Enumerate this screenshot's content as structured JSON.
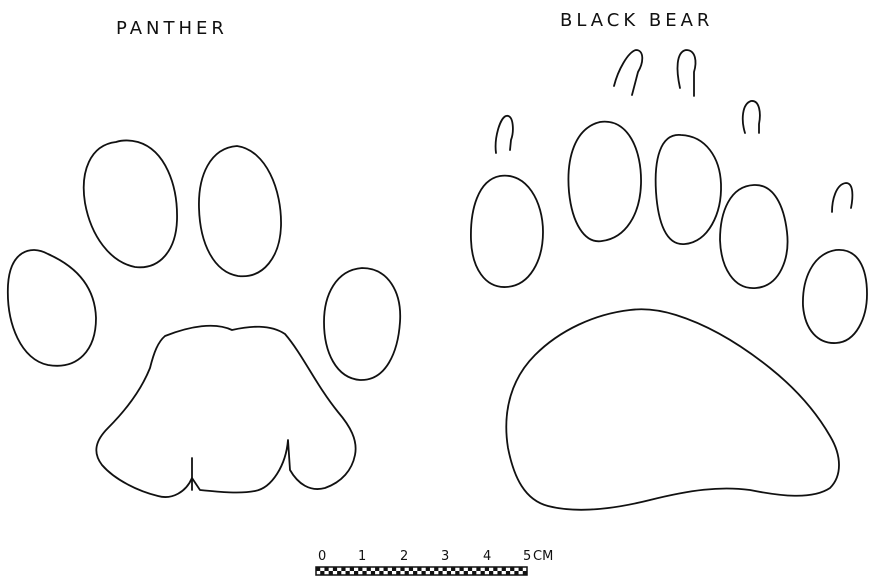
{
  "labels": {
    "panther": "PANTHER",
    "black_bear": "BLACK BEAR"
  },
  "scale_bar": {
    "ticks": [
      "0",
      "1",
      "2",
      "3",
      "4",
      "5"
    ],
    "unit": "CM"
  }
}
